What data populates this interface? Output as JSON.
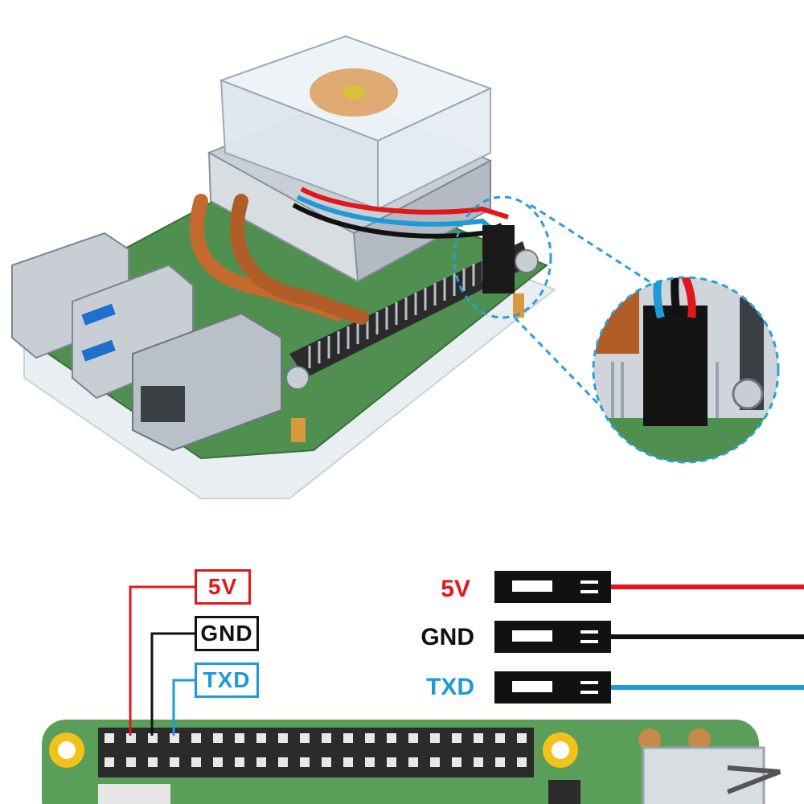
{
  "labels": {
    "pin_5v": "5V",
    "pin_gnd": "GND",
    "pin_txd": "TXD",
    "wire_5v": "5V",
    "wire_gnd": "GND",
    "wire_txd": "TXD"
  },
  "colors": {
    "v5": "#e3161b",
    "gnd": "#111111",
    "txd": "#1e9ad6",
    "board": "#5a9e5a",
    "board_dark": "#3f7d44",
    "mount": "#f2c21b",
    "header": "#2b2b2b",
    "copper": "#c46a2f",
    "callout": "#2a9fd6"
  },
  "header": {
    "columns": 20,
    "rows": 2
  }
}
